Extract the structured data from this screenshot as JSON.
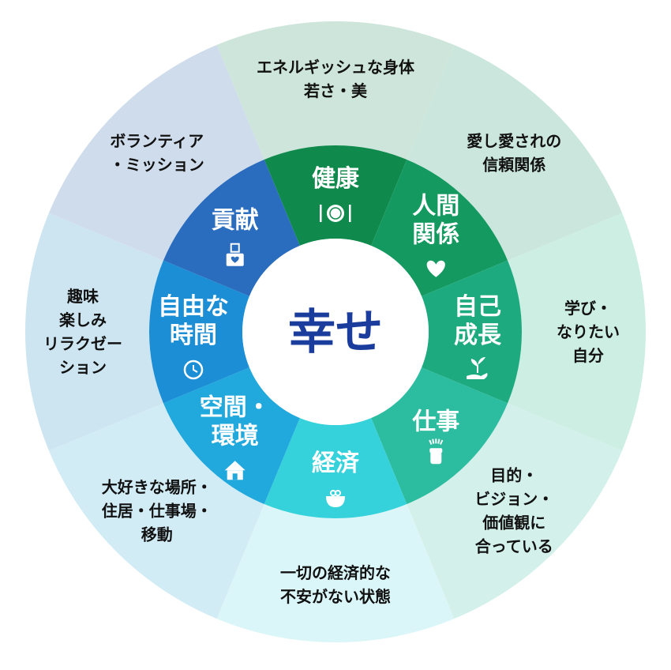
{
  "center": {
    "label": "幸せ",
    "color": "#1a3c9c"
  },
  "segments": [
    {
      "id": "health",
      "inner_lines": [
        "健康"
      ],
      "outer_lines": [
        "エネルギッシュな身体",
        "若さ・美"
      ],
      "inner_color": "#0f8a4c",
      "outer_color": "#cde5da",
      "icon": "dinner-plate-icon"
    },
    {
      "id": "relationships",
      "inner_lines": [
        "人間",
        "関係"
      ],
      "outer_lines": [
        "愛し愛されの",
        "信頼関係"
      ],
      "inner_color": "#149a60",
      "outer_color": "#cbe6dc",
      "icon": "heart-icon"
    },
    {
      "id": "growth",
      "inner_lines": [
        "自己",
        "成長"
      ],
      "outer_lines": [
        "学び・",
        "なりたい",
        "自分"
      ],
      "inner_color": "#1daa7f",
      "outer_color": "#cdeee2",
      "icon": "sprout-in-hand-icon"
    },
    {
      "id": "work",
      "inner_lines": [
        "仕事"
      ],
      "outer_lines": [
        "目的・",
        "ビジョン・",
        "価値観に",
        "合っている"
      ],
      "inner_color": "#2cbc9f",
      "outer_color": "#d3f1ea",
      "icon": "raised-fist-icon"
    },
    {
      "id": "economy",
      "inner_lines": [
        "経済"
      ],
      "outer_lines": [
        "一切の経済的な",
        "不安がない状態"
      ],
      "inner_color": "#36d2dc",
      "outer_color": "#dbf6f8",
      "icon": "coin-purse-icon"
    },
    {
      "id": "space",
      "inner_lines": [
        "空間・",
        "環境"
      ],
      "outer_lines": [
        "大好きな場所・",
        "住居・仕事場・",
        "移動"
      ],
      "inner_color": "#21a9dd",
      "outer_color": "#d2ecf6",
      "icon": "house-icon"
    },
    {
      "id": "free-time",
      "inner_lines": [
        "自由な",
        "時間"
      ],
      "outer_lines": [
        "趣味",
        "楽しみ",
        "リラクゼー",
        "ション"
      ],
      "inner_color": "#1b8ed6",
      "outer_color": "#cde5f1",
      "icon": "clock-icon"
    },
    {
      "id": "contribution",
      "inner_lines": [
        "貢献"
      ],
      "outer_lines": [
        "ボランティア",
        "・ミッション"
      ],
      "inner_color": "#2a6cbd",
      "outer_color": "#cfdcec",
      "icon": "donation-box-icon"
    }
  ]
}
